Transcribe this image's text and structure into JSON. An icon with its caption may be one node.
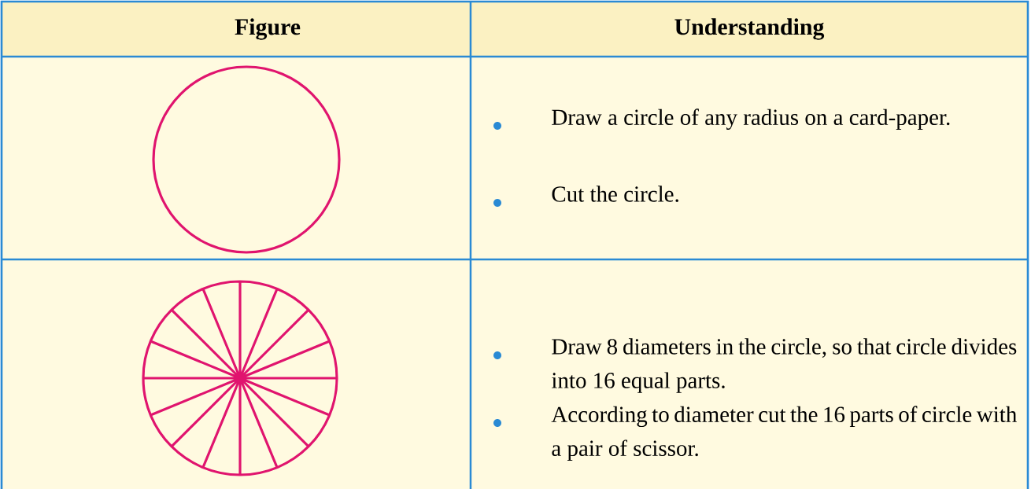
{
  "diagram": {
    "labels": [
      "Figure",
      "Understanding",
      "Draw a circle of any radius on a card-paper.",
      "Cut the circle.",
      "Draw 8 diameters in the circle, so that circle divides into 16 equal parts.",
      "According to diameter cut the 16 parts of circle with a pair of scissor."
    ]
  }
}
